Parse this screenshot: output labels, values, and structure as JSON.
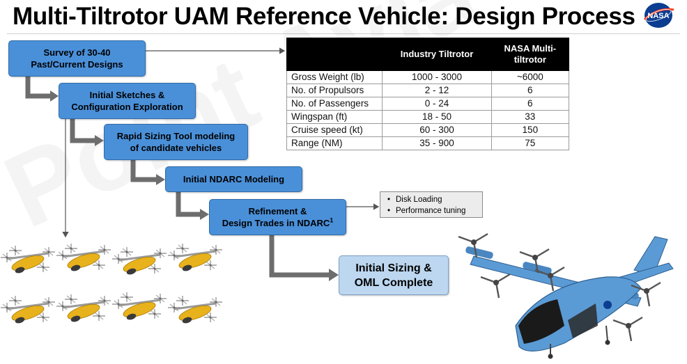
{
  "header": {
    "title": "Multi-Tiltrotor UAM Reference Vehicle: Design Process",
    "logo_text": "NASA"
  },
  "watermark": {
    "text": "Point Avia"
  },
  "process": {
    "steps": [
      {
        "id": "survey",
        "lines": [
          "Survey of 30-40",
          "Past/Current Designs"
        ]
      },
      {
        "id": "sketches",
        "lines": [
          "Initial Sketches &",
          "Configuration Exploration"
        ]
      },
      {
        "id": "rapid",
        "lines": [
          "Rapid Sizing Tool modeling",
          "of candidate vehicles"
        ]
      },
      {
        "id": "ndarc",
        "lines": [
          "Initial NDARC Modeling"
        ]
      },
      {
        "id": "refine",
        "lines": [
          "Refinement &",
          "Design Trades in NDARC"
        ],
        "footnote": "1"
      },
      {
        "id": "final",
        "lines": [
          "Initial Sizing &",
          "OML Complete"
        ]
      }
    ],
    "refinement_notes": [
      "Disk Loading",
      "Performance tuning"
    ]
  },
  "comparison_table": {
    "columns": [
      "",
      "Industry Tiltrotor",
      "NASA Multi-tiltrotor"
    ],
    "rows": [
      [
        "Gross Weight (lb)",
        "1000 - 3000",
        "~6000"
      ],
      [
        "No. of Propulsors",
        "2 - 12",
        "6"
      ],
      [
        "No. of Passengers",
        "0 - 24",
        "6"
      ],
      [
        "Wingspan (ft)",
        "18 - 50",
        "33"
      ],
      [
        "Cruise speed (kt)",
        "60 - 300",
        "150"
      ],
      [
        "Range (NM)",
        "35 - 900",
        "75"
      ]
    ]
  },
  "colors": {
    "step_box": "#4a90d9",
    "final_box": "#bcd7ef",
    "connector": "#6d6d6d",
    "fleet_aircraft": "#e8b21c",
    "reference_aircraft": "#5b9bd5",
    "table_header": "#000000"
  }
}
